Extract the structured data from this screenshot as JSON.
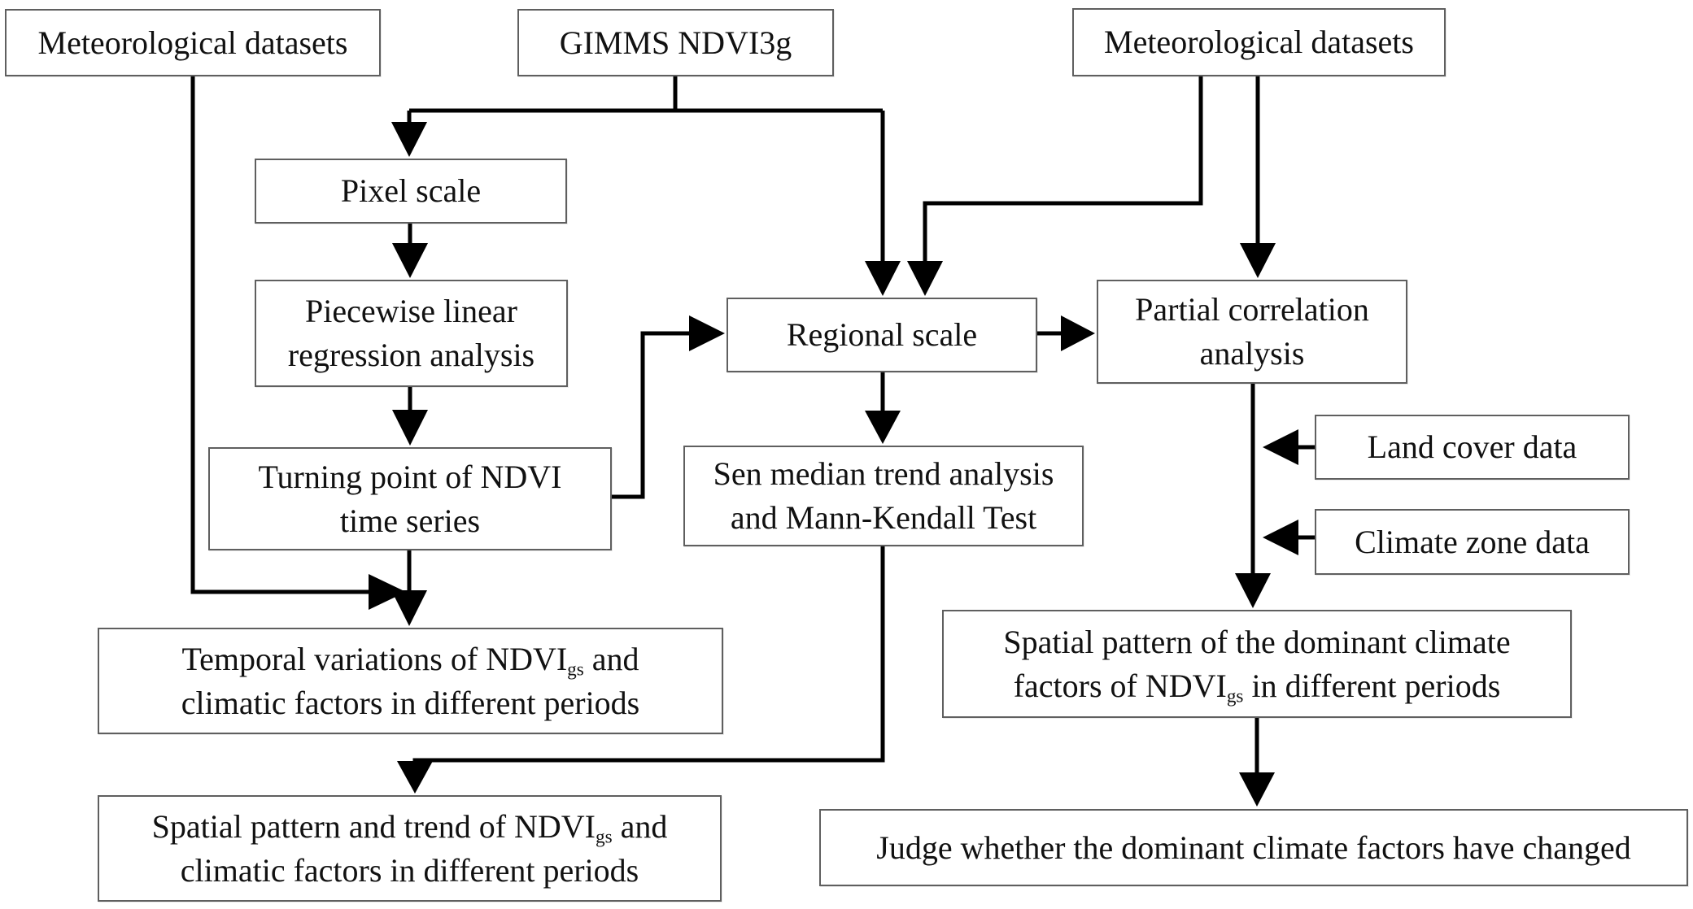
{
  "colors": {
    "background": "#ffffff",
    "box_fill": "#ffffff",
    "box_border": "#5f5f5f",
    "connector": "#000000",
    "text": "#111111"
  },
  "nodes": {
    "met_left": {
      "label": "Meteorological datasets"
    },
    "gimms": {
      "label": "GIMMS NDVI3g"
    },
    "met_right": {
      "label": "Meteorological datasets"
    },
    "pixel": {
      "label": "Pixel scale"
    },
    "piecewise": {
      "line1": "Piecewise linear",
      "line2": "regression analysis"
    },
    "turning": {
      "line1": "Turning point of NDVI",
      "line2": "time series"
    },
    "regional": {
      "label": "Regional scale"
    },
    "sen": {
      "line1": "Sen median trend analysis",
      "line2": "and Mann-Kendall Test"
    },
    "partial": {
      "line1": "Partial correlation",
      "line2": "analysis"
    },
    "land": {
      "label": "Land cover data"
    },
    "climate": {
      "label": "Climate zone data"
    },
    "temporal": {
      "l1_pre": "Temporal variations of NDVI",
      "l1_sub": "gs",
      "l1_post": " and",
      "line2": "climatic factors in different periods"
    },
    "spatial_trend": {
      "l1_pre": "Spatial pattern and trend of NDVI",
      "l1_sub": "gs",
      "l1_post": " and",
      "line2": "climatic factors in different periods"
    },
    "spatial_dominant": {
      "line1": "Spatial pattern of the dominant climate",
      "l2_pre": "factors of NDVI",
      "l2_sub": "gs",
      "l2_post": " in different periods"
    },
    "judge": {
      "label": "Judge whether the dominant climate factors  have changed"
    }
  }
}
